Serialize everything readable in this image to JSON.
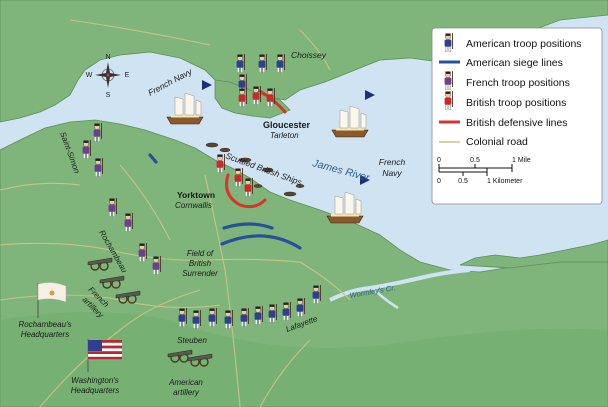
{
  "compass": {
    "n": "N",
    "s": "S",
    "e": "E",
    "w": "W"
  },
  "places": {
    "choissey": "Choissey",
    "gloucester": "Gloucester",
    "tarleton": "Tarleton",
    "yorktown": "Yorktown",
    "cornwallis": "Cornwallis",
    "saint_simon": "Saint-Simon",
    "rochambeau": "Rochambeau",
    "field_1": "Field of",
    "field_2": "British",
    "field_3": "Surrender",
    "french_artillery_1": "French",
    "french_artillery_2": "artillery",
    "rochambeau_hq_1": "Rochambeau's",
    "rochambeau_hq_2": "Headquarters",
    "washington_hq_1": "Washington's",
    "washington_hq_2": "Headquarters",
    "steuben": "Steuben",
    "american_artillery_1": "American",
    "american_artillery_2": "artillery",
    "lafayette": "Lafayette",
    "scuttled_1": "Scuttled British Ships",
    "creek": "Wormley's Cr."
  },
  "water": {
    "james_river": "James River",
    "french_navy_top": "French Navy",
    "french_navy_right_1": "French",
    "french_navy_right_2": "Navy"
  },
  "legend": {
    "items": [
      {
        "label": "American troop positions",
        "icon": "american-troop-icon"
      },
      {
        "label": "American siege lines",
        "icon": "blue-line-icon"
      },
      {
        "label": "French troop positions",
        "icon": "french-troop-icon"
      },
      {
        "label": "British troop positions",
        "icon": "british-troop-icon"
      },
      {
        "label": "British defensive lines",
        "icon": "red-line-icon"
      },
      {
        "label": "Colonial road",
        "icon": "road-line-icon"
      }
    ],
    "scale_mile": {
      "ticks": [
        "0",
        "0.5",
        "1 Mile"
      ]
    },
    "scale_km": {
      "ticks": [
        "0",
        "0.5",
        "1 Kilometer"
      ]
    }
  },
  "colors": {
    "water": "#cfe3f2",
    "land": "#7fb57a",
    "land_dark": "#6aa567",
    "american": "#2e3e91",
    "french": "#6c3f8f",
    "british": "#cc2a2a",
    "siege_line": "#2a4f9c",
    "defense_line": "#d9332b",
    "road": "#c9c28a"
  }
}
